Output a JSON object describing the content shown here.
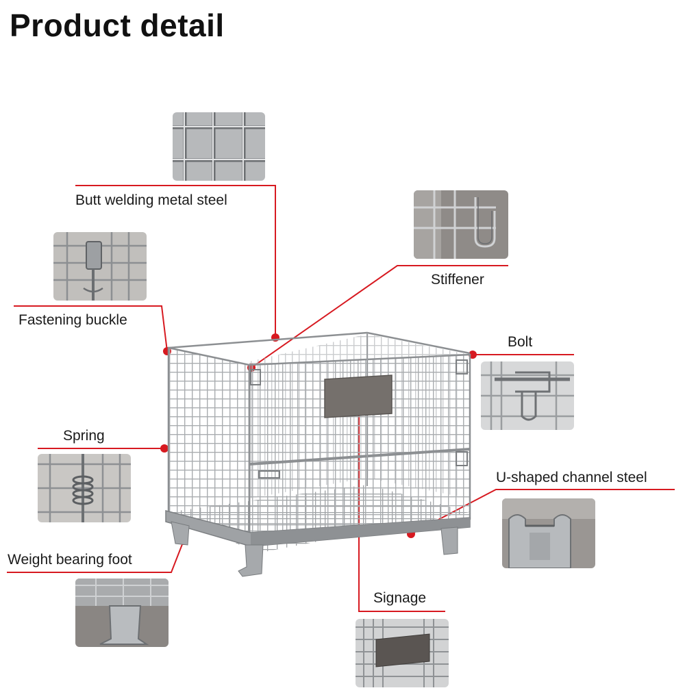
{
  "page": {
    "title": "Product detail"
  },
  "callouts": {
    "butt_welding": "Butt welding metal steel",
    "stiffener": "Stiffener",
    "fastening_buckle": "Fastening buckle",
    "bolt": "Bolt",
    "spring": "Spring",
    "u_channel": "U-shaped channel steel",
    "weight_foot": "Weight bearing foot",
    "signage": "Signage"
  },
  "colors": {
    "leader": "#d71920",
    "metal": "#b9bcbf",
    "metal_dark": "#7e8184",
    "plate": "#6f6a66"
  }
}
